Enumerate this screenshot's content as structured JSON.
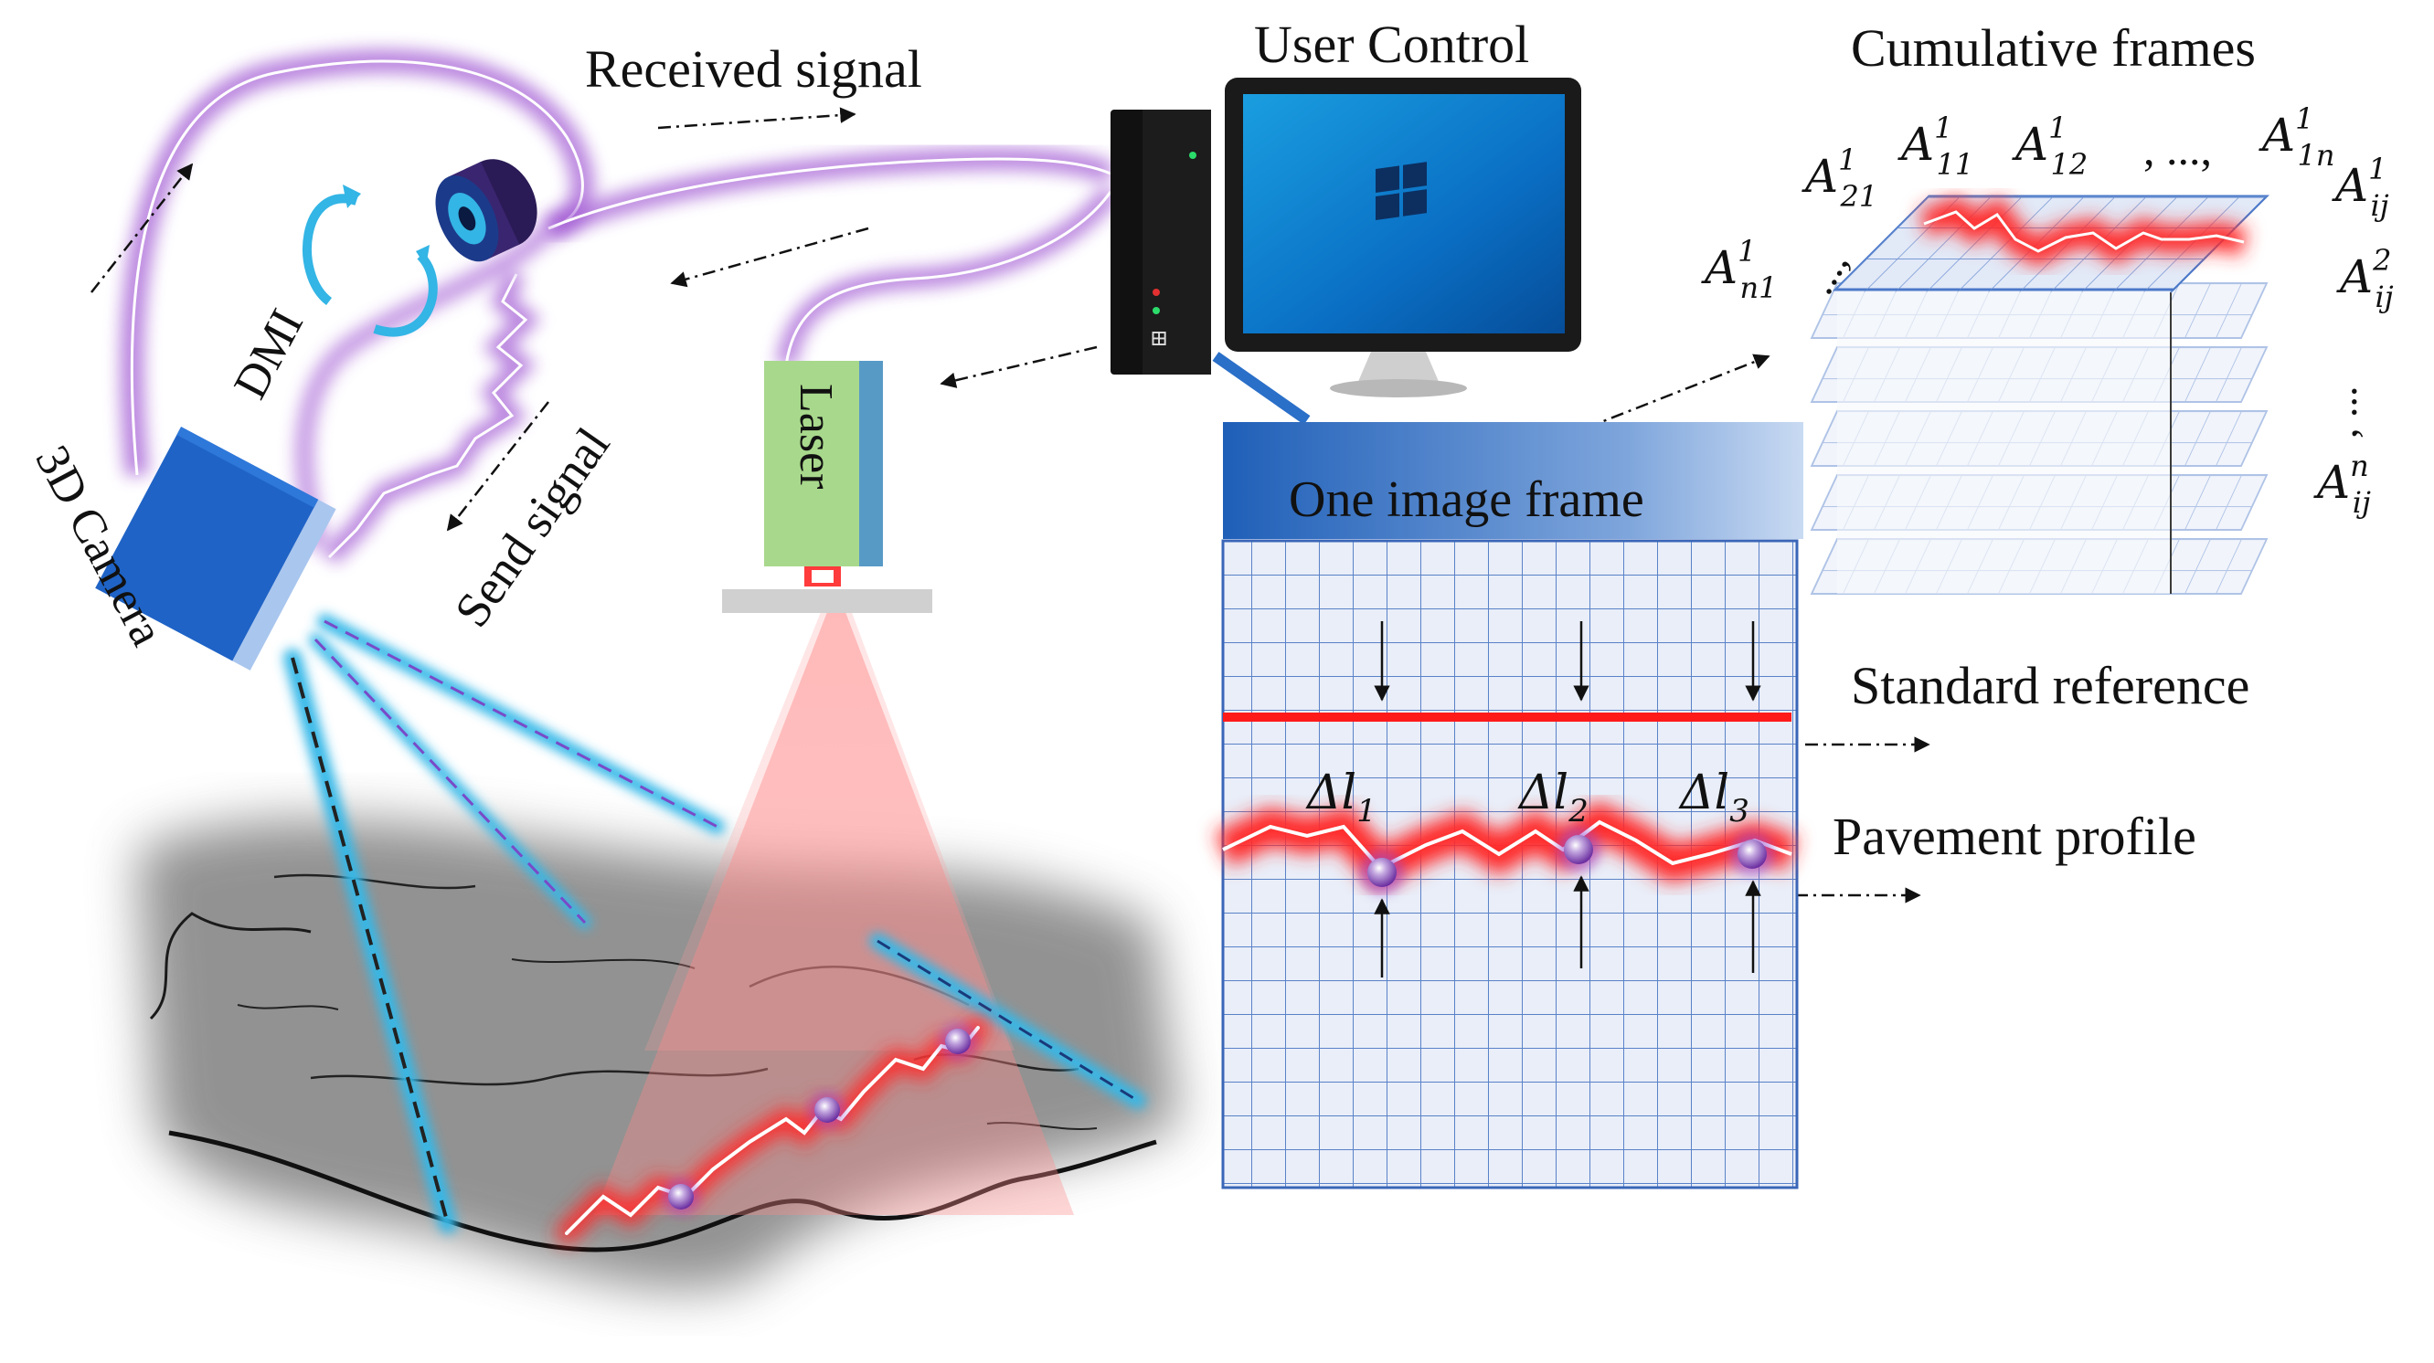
{
  "labels": {
    "received_signal": "Received signal",
    "send_signal": "Send signal",
    "user_control": "User Control",
    "cumulative_frames": "Cumulative frames",
    "dmi": "DMI",
    "camera": "3D Camera",
    "laser": "Laser",
    "one_image_frame": "One image frame",
    "standard_reference": "Standard reference",
    "pavement_profile": "Pavement profile"
  },
  "deltas": [
    {
      "sym": "Δl",
      "sub": "1"
    },
    {
      "sym": "Δl",
      "sub": "2"
    },
    {
      "sym": "Δl",
      "sub": "3"
    }
  ],
  "matrix": {
    "a11": {
      "base": "A",
      "sup": "1",
      "sub": "11"
    },
    "a12": {
      "base": "A",
      "sup": "1",
      "sub": "12"
    },
    "a1n": {
      "base": "A",
      "sup": "1",
      "sub": "1n"
    },
    "a21": {
      "base": "A",
      "sup": "1",
      "sub": "21"
    },
    "an1": {
      "base": "A",
      "sup": "1",
      "sub": "n1"
    },
    "aij1": {
      "base": "A",
      "sup": "1",
      "sub": "ij"
    },
    "aij2": {
      "base": "A",
      "sup": "2",
      "sub": "ij"
    },
    "aijn": {
      "base": "A",
      "sup": "n",
      "sub": "ij"
    },
    "ellipsis_top": ", ...,",
    "ellipsis_diag": "...,",
    "ellipsis_right": ", ..."
  },
  "colors": {
    "signal_purple": "#9b4fd0",
    "camera_blue": "#1f63c6",
    "laser_green": "#a8d88c",
    "glow_red": "#ff2a2a",
    "grid_blue": "#4a78c8",
    "header_blue": "#2f6fc4",
    "cyan": "#34b8e8"
  }
}
